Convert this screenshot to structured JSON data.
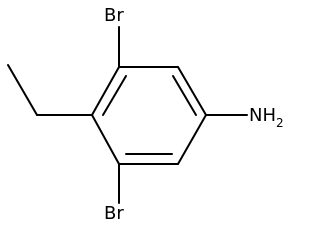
{
  "molecule": {
    "labels": {
      "br_top": "Br",
      "br_bottom": "Br",
      "amine_main": "NH",
      "amine_subscript": "2"
    }
  }
}
